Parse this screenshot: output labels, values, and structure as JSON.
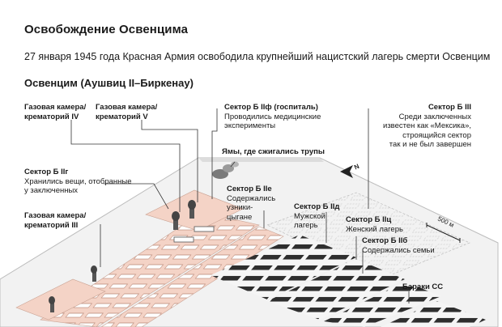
{
  "header": {
    "title": "Освобождение Освенцима",
    "subtitle": "27 января 1945 года Красная Армия освободила крупнейший нацистский лагерь смерти Освенцим",
    "section": "Освенцим (Аушвиц II–Биркенау)"
  },
  "labels": {
    "gas_iv": {
      "h1": "Газовая камера/",
      "h2": "крематорий IV"
    },
    "gas_v": {
      "h1": "Газовая камера/",
      "h2": "крематорий V"
    },
    "b2f": {
      "h": "Сектор Б IIф (госпиталь)",
      "d1": "Проводились медицинские",
      "d2": "эксперименты"
    },
    "b3": {
      "h": "Сектор Б III",
      "d1": "Среди заключенных",
      "d2": "известен как «Мексика»,",
      "d3": "строящийся сектор",
      "d4": "так и не был завершен"
    },
    "pits": {
      "h": "Ямы, где сжигались трупы"
    },
    "b2g": {
      "h": "Сектор Б IIг",
      "d1": "Хранились вещи, отобранные",
      "d2": "у заключенных"
    },
    "b2e": {
      "h": "Сектор Б IIе",
      "d1": "Содержались",
      "d2": "узники-",
      "d3": "цыгане"
    },
    "gas_iii": {
      "h1": "Газовая камера/",
      "h2": "крематорий III"
    },
    "b2d": {
      "h": "Сектор Б IIд",
      "d1": "Мужской",
      "d2": "лагерь"
    },
    "b2c": {
      "h": "Сектор Б IIц",
      "d1": "Женский лагерь"
    },
    "b2b": {
      "h": "Сектор Б IIб",
      "d1": "Содержались семьи"
    },
    "ss": {
      "h": "Бараки СС"
    }
  },
  "scale": {
    "text": "500 м"
  },
  "compass": {
    "text": "N"
  },
  "colors": {
    "pink": "#f4d3c6",
    "pink_dark": "#e6b9a8",
    "dark": "#333333",
    "ground": "#f2f2f2",
    "edge": "#bdbdbd"
  }
}
